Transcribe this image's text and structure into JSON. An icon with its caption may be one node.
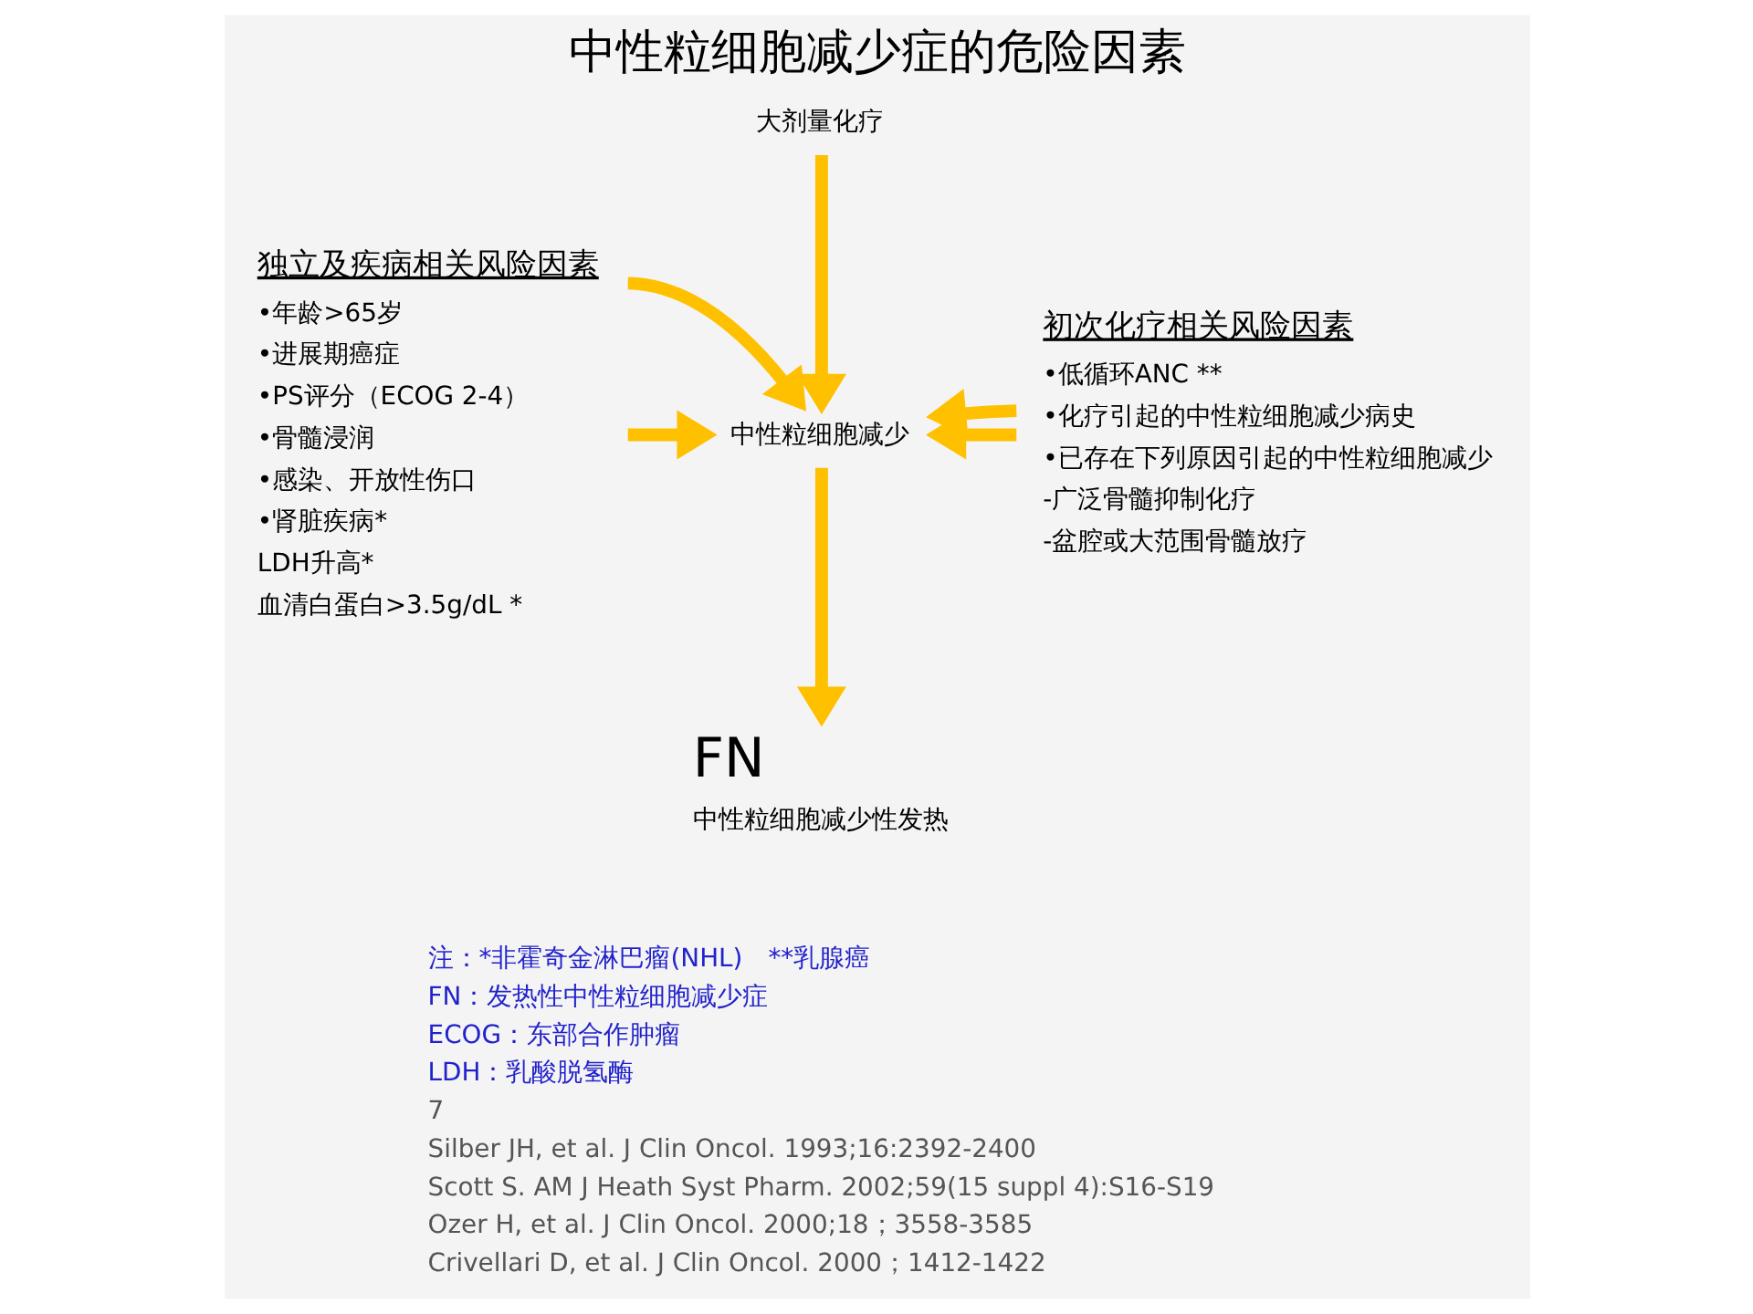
{
  "diagram": {
    "title": "中性粒细胞减少症的危险因素",
    "nodes": [
      {
        "text": [
          "独立及疾病相关风险因素",
          "•年龄>65岁",
          "•进展期癌症",
          "•PS评分（ECOG 2-4）",
          "•骨髓浸润",
          "•感染、开放性伤口",
          "•肾脏疾病*",
          "LDH升高*",
          "血清白蛋白>3.5g/dL *"
        ]
      },
      {
        "text": [
          "大剂量化疗"
        ]
      },
      {
        "text": [
          "初次化疗相关风险因素",
          "•低循环ANC **",
          "•化疗引起的中性粒细胞减少病史",
          "•已存在下列原因引起的中性粒细胞减少",
          "-广泛骨髓抑制化疗",
          "-盆腔或大范围骨髓放疗"
        ]
      },
      {
        "text": [
          "中性粒细胞减少"
        ]
      },
      {
        "text": [
          "FN",
          "中性粒细胞减少性发热"
        ]
      }
    ],
    "edges": [
      {
        "from": 0,
        "to": 3,
        "arrow": "to"
      },
      {
        "from": 0,
        "to": 3,
        "arrow": "to"
      },
      {
        "from": 1,
        "to": 3,
        "arrow": "to"
      },
      {
        "from": 2,
        "to": 3,
        "arrow": "to"
      },
      {
        "from": 2,
        "to": 3,
        "arrow": "to"
      },
      {
        "from": 3,
        "to": 4,
        "arrow": "to"
      }
    ],
    "labels": [
      "注：*非霍奇金淋巴瘤(NHL)　**乳腺癌",
      "FN：发热性中性粒细胞减少症",
      "ECOG：东部合作肿瘤",
      "LDH：乳酸脱氢酶",
      "7",
      "Silber JH, et al. J Clin Oncol. 1993;16:2392-2400",
      "Scott S. AM J Heath Syst Pharm. 2002;59(15 suppl 4):S16-S19",
      "Ozer H, et al. J Clin Oncol. 2000;18；3558-3585",
      "Crivellari D, et al. J Clin Oncol. 2000；1412-1422"
    ]
  }
}
